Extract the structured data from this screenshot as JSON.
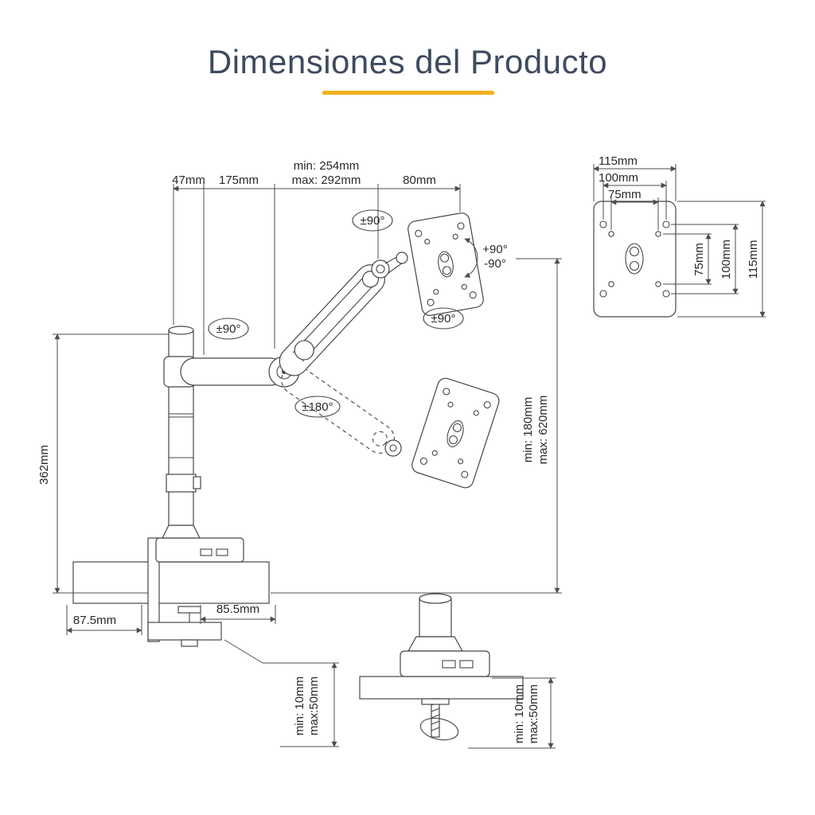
{
  "page": {
    "title": "Dimensiones del Producto"
  },
  "colors": {
    "title": "#3e4b5f",
    "accent": "#f3b01d",
    "linework": "#43464a"
  },
  "main_view": {
    "top_dims": {
      "pole": "47mm",
      "lower_arm": "175mm",
      "upper_arm_min": "min: 254mm",
      "upper_arm_max": "max: 292mm",
      "head": "80mm"
    },
    "rotations": {
      "head_tilt_top": "±90°",
      "swivel_plus": "+90°",
      "swivel_minus": "-90°",
      "pole_swivel": "±90°",
      "head_tilt_bottom": "±90°",
      "arm_swivel": "±180°"
    },
    "heights": {
      "pole_height": "362mm",
      "height_min": "min: 180mm",
      "height_max": "max: 620mm"
    },
    "base": {
      "clamp_depth_left": "87.5mm",
      "clamp_depth_right": "85.5mm",
      "desk_thickness_min": "min: 10mm",
      "desk_thickness_max": "max:50mm"
    }
  },
  "vesa_detail": {
    "width_outer": "115mm",
    "width_mid": "100mm",
    "width_inner": "75mm",
    "height_inner": "75mm",
    "height_mid": "100mm",
    "height_outer": "115mm"
  },
  "grommet_detail": {
    "desk_thickness_min": "min: 10mm",
    "desk_thickness_max": "max:50mm"
  }
}
